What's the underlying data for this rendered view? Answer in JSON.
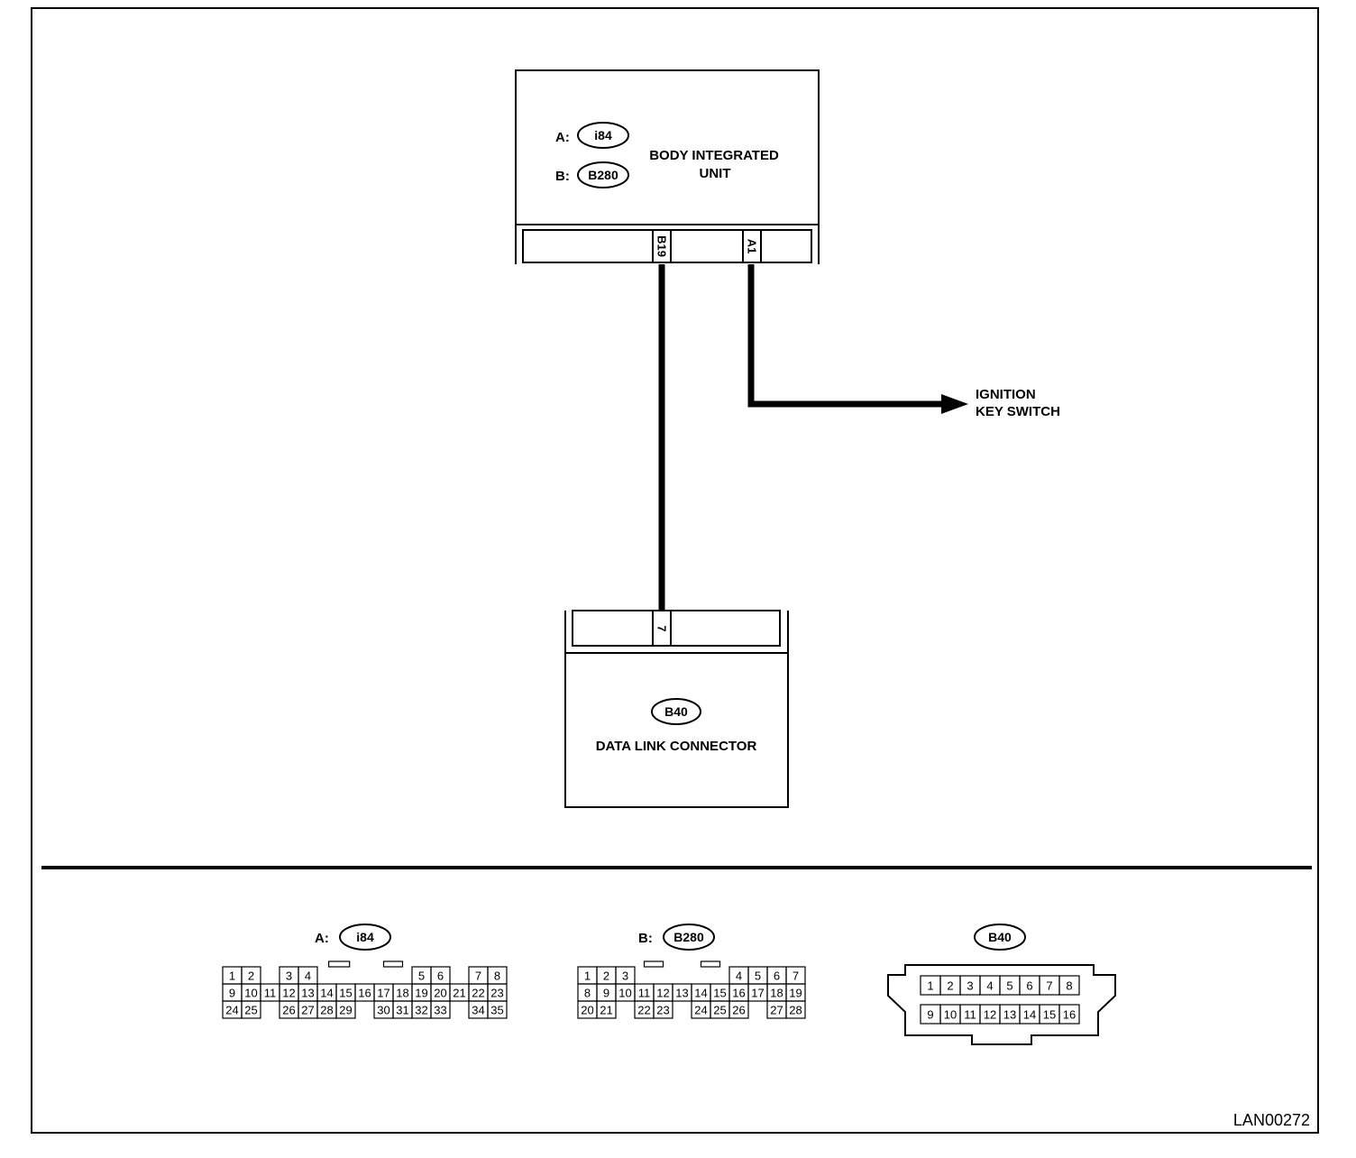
{
  "body_unit": {
    "prefix_a": "A:",
    "code_a": "i84",
    "prefix_b": "B:",
    "code_b": "B280",
    "name_line1": "BODY INTEGRATED",
    "name_line2": "UNIT",
    "terminal_b19": "B19",
    "terminal_a1": "A1"
  },
  "ignition": {
    "line1": "IGNITION",
    "line2": "KEY SWITCH"
  },
  "dlc": {
    "terminal": "7",
    "code": "B40",
    "name": "DATA LINK CONNECTOR"
  },
  "connector_a": {
    "prefix": "A:",
    "code": "i84",
    "row1": [
      "1",
      "2",
      "3",
      "4",
      "5",
      "6",
      "7",
      "8"
    ],
    "row2": [
      "9",
      "10",
      "11",
      "12",
      "13",
      "14",
      "15",
      "16",
      "17",
      "18",
      "19",
      "20",
      "21",
      "22",
      "23"
    ],
    "row3": [
      "24",
      "25",
      "26",
      "27",
      "28",
      "29",
      "30",
      "31",
      "32",
      "33",
      "34",
      "35"
    ]
  },
  "connector_b": {
    "prefix": "B:",
    "code": "B280",
    "row1": [
      "1",
      "2",
      "3",
      "4",
      "5",
      "6",
      "7"
    ],
    "row2": [
      "8",
      "9",
      "10",
      "11",
      "12",
      "13",
      "14",
      "15",
      "16",
      "17",
      "18",
      "19"
    ],
    "row3": [
      "20",
      "21",
      "22",
      "23",
      "24",
      "25",
      "26",
      "27",
      "28"
    ]
  },
  "connector_c": {
    "code": "B40",
    "row1": [
      "1",
      "2",
      "3",
      "4",
      "5",
      "6",
      "7",
      "8"
    ],
    "row2": [
      "9",
      "10",
      "11",
      "12",
      "13",
      "14",
      "15",
      "16"
    ]
  },
  "figure_id": "LAN00272"
}
